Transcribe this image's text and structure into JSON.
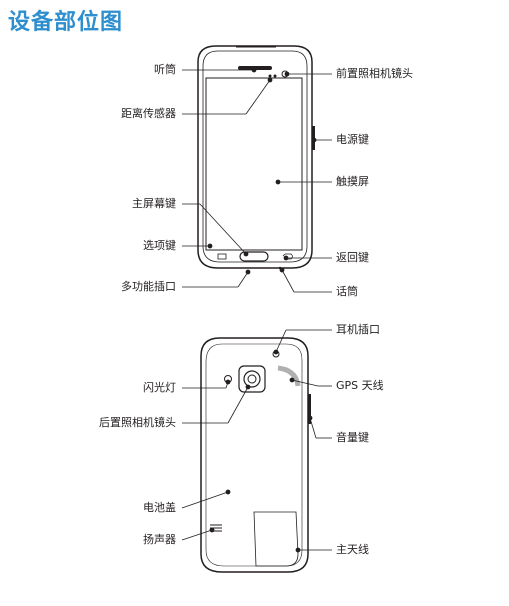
{
  "page": {
    "title": "设备部位图"
  },
  "front_view": {
    "labels": {
      "earpiece": "听筒",
      "proximity_sensor": "距离传感器",
      "home_key": "主屏幕键",
      "menu_key": "选项键",
      "multipurpose_jack": "多功能插口",
      "front_camera": "前置照相机镜头",
      "power_key": "电源键",
      "touch_screen": "触摸屏",
      "back_key": "返回键",
      "microphone": "话筒"
    }
  },
  "back_view": {
    "labels": {
      "headset_jack": "耳机插口",
      "flash": "闪光灯",
      "gps_antenna": "GPS  天线",
      "rear_camera": "后置照相机镜头",
      "volume_key": "音量键",
      "battery_cover": "电池盖",
      "speaker": "扬声器",
      "main_antenna": "主天线"
    }
  },
  "colors": {
    "title": "#2e8fcf",
    "line": "#231f20"
  }
}
